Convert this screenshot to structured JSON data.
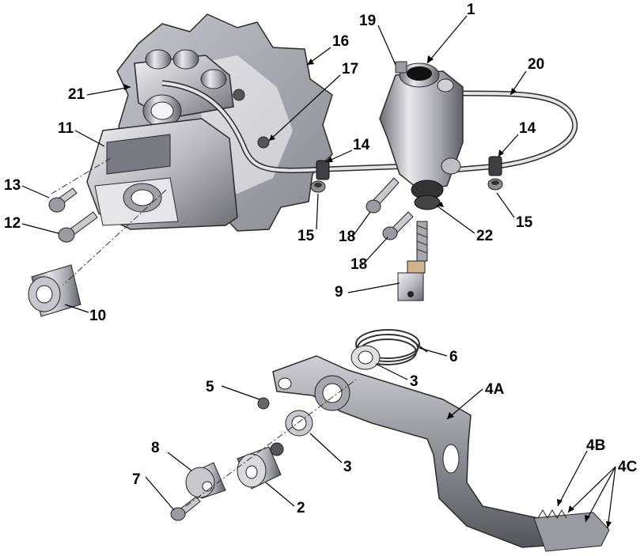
{
  "callouts": {
    "c1": "1",
    "c2": "2",
    "c3a": "3",
    "c3b": "3",
    "c4a": "4A",
    "c4b": "4B",
    "c4c": "4C",
    "c5": "5",
    "c6": "6",
    "c7": "7",
    "c8": "8",
    "c9": "9",
    "c10": "10",
    "c11": "11",
    "c12": "12",
    "c13": "13",
    "c14a": "14",
    "c14b": "14",
    "c15a": "15",
    "c15b": "15",
    "c16": "16",
    "c17": "17",
    "c18a": "18",
    "c18b": "18",
    "c19": "19",
    "c20": "20",
    "c21": "21",
    "c22": "22"
  },
  "colors": {
    "metal_light": "#d9d9de",
    "metal_mid": "#a7a7ad",
    "metal_dark": "#5c5c63",
    "outline": "#2b2b2b",
    "leader": "#000000"
  }
}
